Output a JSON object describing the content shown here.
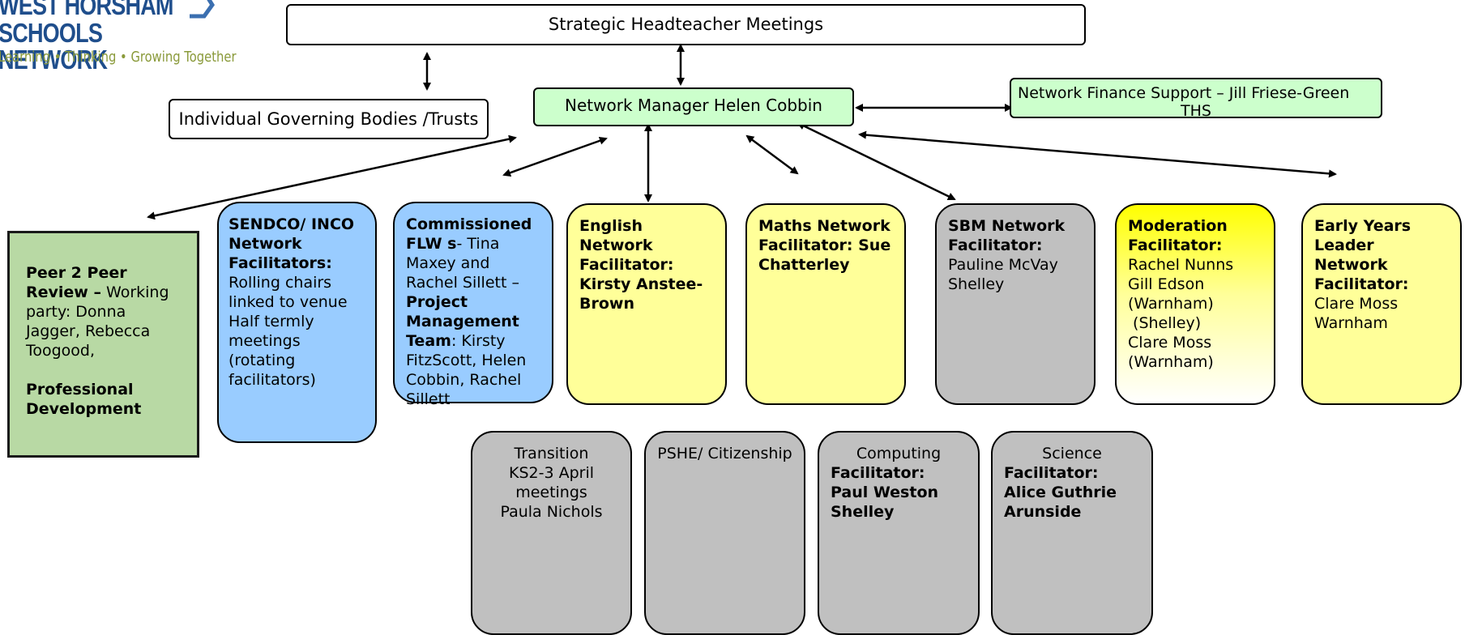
{
  "logo": {
    "line1": "WEST HORSHAM",
    "line2": "SCHOOLS NETWORK",
    "tagline": "Learning • Thinking • Growing Together"
  },
  "top": {
    "strategic": "Strategic Headteacher Meetings",
    "governing": "Individual Governing Bodies /Trusts",
    "manager": "Network Manager Helen Cobbin",
    "finance_line1": "Network Finance Support – Jill Friese-Green",
    "finance_line2": "THS"
  },
  "cards": {
    "peer": {
      "title": "Peer 2 Peer Review –",
      "text": "Working party: Donna Jagger, Rebecca Toogood,",
      "footer": "Professional Development"
    },
    "sendco": {
      "title": "SENDCO/ INCO Network Facilitators:",
      "text": "Rolling chairs linked to venue Half termly meetings (rotating facilitators)"
    },
    "commissioned": {
      "title": "Commissioned FLW s",
      "text1": "- Tina Maxey and Rachel Sillett –",
      "bold2": "Project Management Team",
      "text2": ": Kirsty FitzScott, Helen Cobbin, Rachel Sillett"
    },
    "english": {
      "title": "English Network Facilitator: Kirsty Anstee-Brown"
    },
    "maths": {
      "title": "Maths Network Facilitator: Sue Chatterley"
    },
    "sbm": {
      "title": "SBM Network Facilitator:",
      "text": "Pauline McVay Shelley"
    },
    "moderation": {
      "title": "Moderation Facilitator:",
      "lines": [
        "Rachel Nunns",
        "Gill Edson",
        "(Warnham)",
        " (Shelley)",
        "Clare Moss",
        "(Warnham)"
      ]
    },
    "early": {
      "title": "Early Years Leader Network Facilitator:",
      "text": "Clare Moss Warnham"
    },
    "transition": {
      "lines": [
        "Transition",
        "KS2-3 April",
        "meetings",
        "Paula Nichols"
      ]
    },
    "pshe": {
      "text": "PSHE/ Citizenship"
    },
    "computing": {
      "label": "Computing",
      "title": "Facilitator: Paul Weston Shelley"
    },
    "science": {
      "label": "Science",
      "title": "Facilitator: Alice Guthrie Arunside"
    }
  },
  "colors": {
    "green_header": "#ccffcc",
    "peer_green": "#b8d9a4",
    "blue": "#99ccff",
    "yellow": "#ffff99",
    "grey": "#c0c0c0",
    "moderation_top": "#ffff00"
  }
}
